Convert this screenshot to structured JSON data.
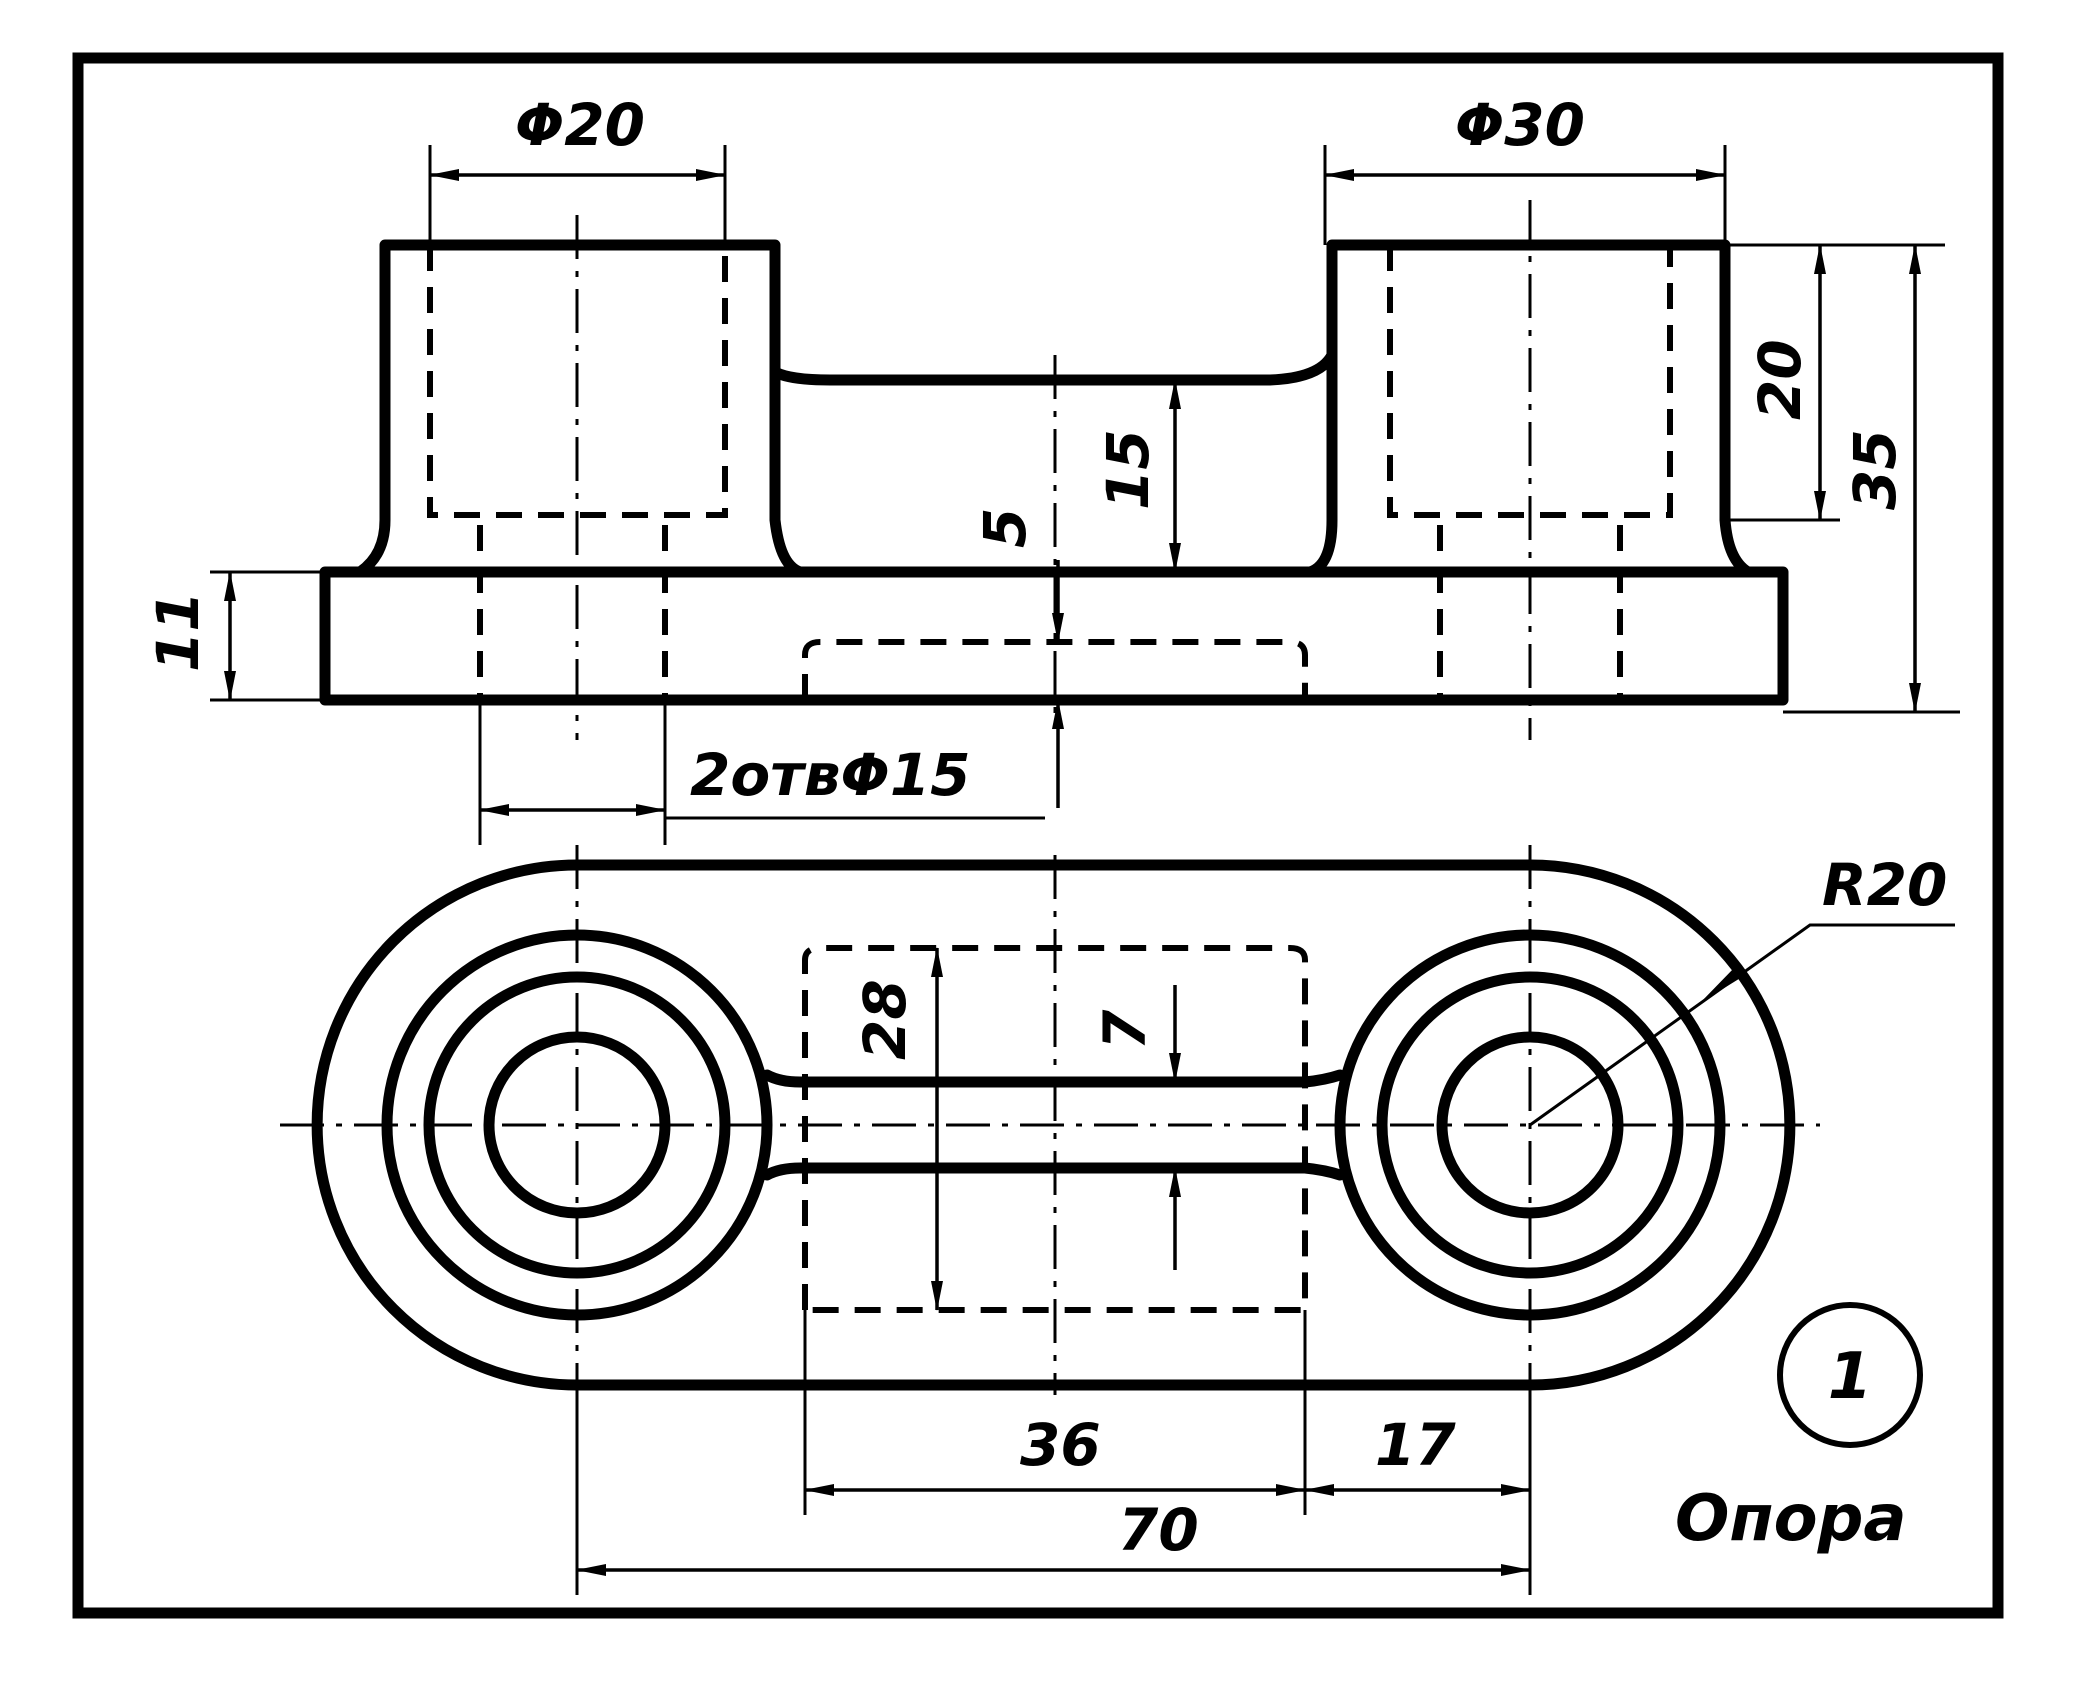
{
  "dimensions": {
    "top_hole_left": "Φ20",
    "top_hole_right": "Φ30",
    "height_20": "20",
    "height_35": "35",
    "height_15": "15",
    "depth_5": "5",
    "base_11": "11",
    "holes_note": "2отвΦ15",
    "width_28": "28",
    "rib_7": "7",
    "radius": "R20",
    "length_36": "36",
    "length_17": "17",
    "length_70": "70"
  },
  "part": {
    "number": "1",
    "name": "Опора"
  }
}
